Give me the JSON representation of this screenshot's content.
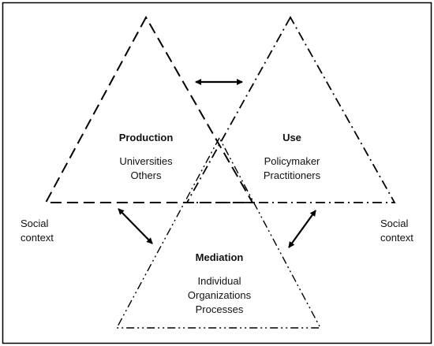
{
  "production": {
    "title": "Production",
    "line1": "Universities",
    "line2": "Others"
  },
  "use": {
    "title": "Use",
    "line1": "Policymaker",
    "line2": "Practitioners"
  },
  "mediation": {
    "title": "Mediation",
    "line1": "Individual",
    "line2": "Organizations",
    "line3": "Processes"
  },
  "social_left": {
    "line1": "Social",
    "line2": "context"
  },
  "social_right": {
    "line1": "Social",
    "line2": "context"
  }
}
